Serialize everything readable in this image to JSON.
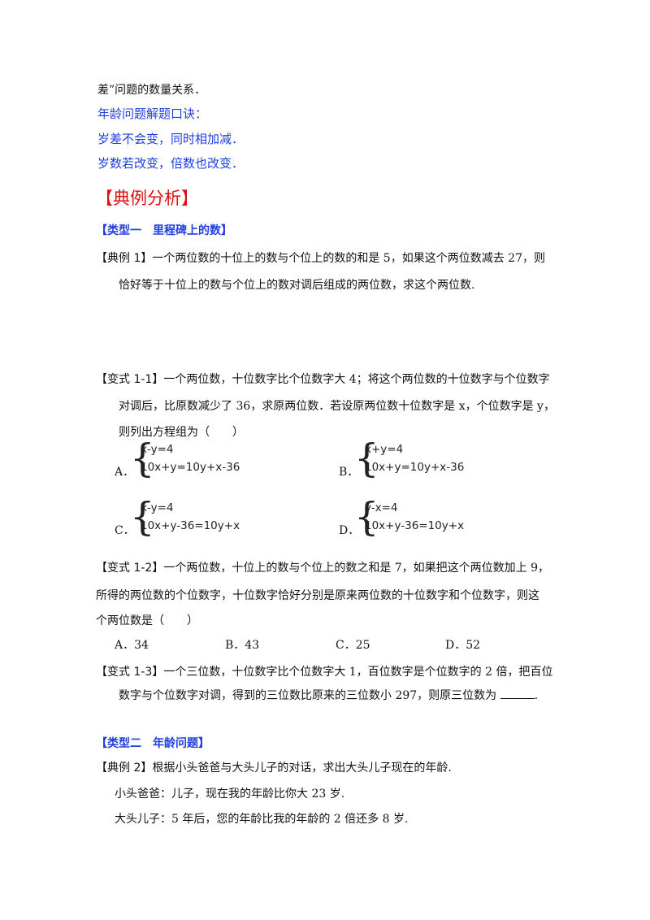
{
  "intro": {
    "line1": "差”问题的数量关系．",
    "rhyme_title": "年龄问题解题口诀：",
    "rhyme_line1": "岁差不会变，同时相加减．",
    "rhyme_line2": "岁数若改变，倍数也改变．"
  },
  "section_title": "【典例分析】",
  "type1": {
    "title": "【类型一　里程碑上的数】",
    "example1": {
      "label": "【典例 1】",
      "line1": "一个两位数的十位上的数与个位上的数的和是 5，如果这个两位数减去 27，则",
      "line2": "恰好等于十位上的数与个位上的数对调后组成的两位数，求这个两位数."
    },
    "variant1": {
      "label": "【变式 1-1】",
      "line1": "一个两位数，十位数字比个位数字大 4；将这个两位数的十位数字与个位数字",
      "line2": "对调后，比原数减少了 36，求原两位数．若设原两位数十位数字是 x，个位数字是 y，",
      "line3": "则列出方程组为（　　）",
      "options": [
        {
          "label": "A．",
          "eq1": "x-y=4",
          "eq2": "10x+y=10y+x-36"
        },
        {
          "label": "B．",
          "eq1": "x+y=4",
          "eq2": "10x+y=10y+x-36"
        },
        {
          "label": "C．",
          "eq1": "x-y=4",
          "eq2": "10x+y-36=10y+x"
        },
        {
          "label": "D．",
          "eq1": "y-x=4",
          "eq2": "10x+y-36=10y+x"
        }
      ]
    },
    "variant2": {
      "label": "【变式 1-2】",
      "line1": "一个两位数，十位上的数与个位上的数之和是 7，如果把这个两位数加上 9，",
      "line2": "所得的两位数的个位数字，十位数字恰好分别是原来两位数的十位数字和个位数字，则这",
      "line3": "个两位数是（　　）",
      "options": [
        "A．34",
        "B．43",
        "C．25",
        "D．52"
      ]
    },
    "variant3": {
      "label": "【变式 1-3】",
      "line1": "一个三位数，十位数字比个位数字大 1，百位数字是个位数字的 2 倍，把百位",
      "line2": "数字与个位数字对调，得到的三位数比原来的三位数小 297，则原三位数为",
      "line2_end": "."
    }
  },
  "type2": {
    "title": "【类型二　年龄问题】",
    "example2": {
      "label": "【典例 2】",
      "line1": "根据小头爸爸与大头儿子的对话，求出大头儿子现在的年龄.",
      "line2": "小头爸爸：儿子，现在我的年龄比你大 23 岁.",
      "line3": "大头儿子：5 年后，您的年龄比我的年龄的 2 倍还多 8 岁."
    }
  }
}
